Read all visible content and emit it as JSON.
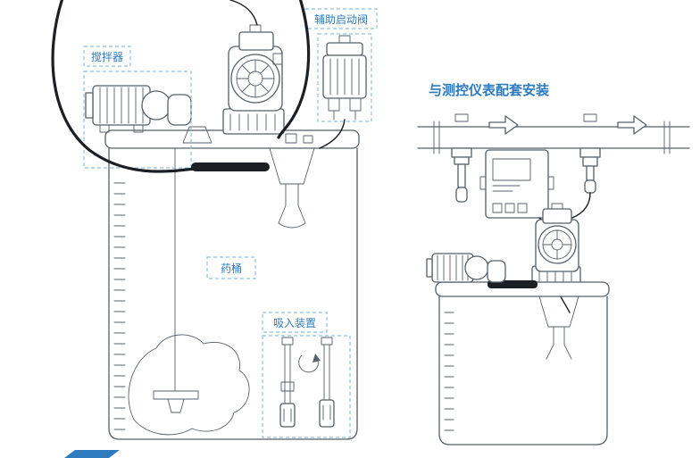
{
  "labels": {
    "mixer": "搅拌器",
    "aux_valve": "辅助启动阀",
    "tank": "药桶",
    "suction": "吸入装置",
    "right_heading": "与测控仪表配套安装"
  },
  "colors": {
    "label_blue": "#2f7bbf",
    "dash_blue": "#8fc1e3",
    "line_gray": "#55606b",
    "heavy_black": "#1c1f24",
    "footer_blue": "#2f7bbf"
  }
}
